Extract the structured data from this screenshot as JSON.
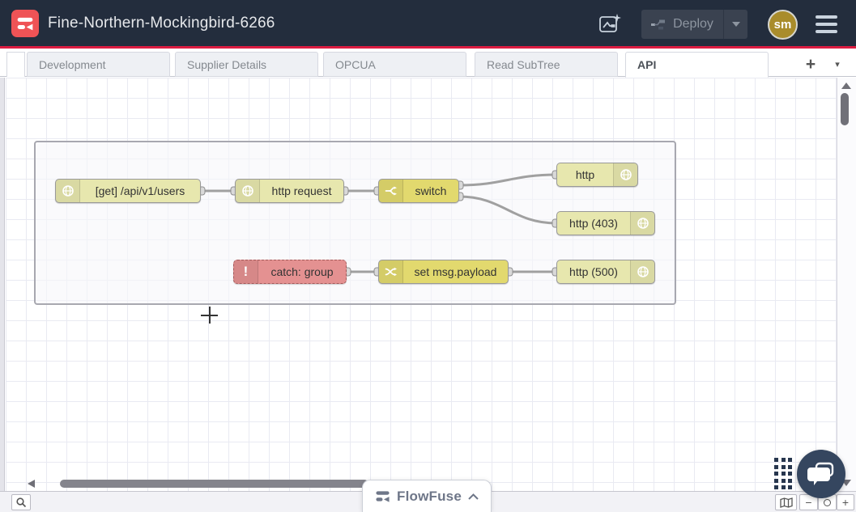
{
  "header": {
    "title": "Fine-Northern-Mockingbird-6266",
    "deploy": {
      "label": "Deploy",
      "enabled": false
    },
    "avatar": {
      "initials": "sm"
    },
    "colors": {
      "header_bg": "#232d3d",
      "accent_red": "#dd1b41",
      "logo_red": "#ef5356",
      "avatar_gold": "#a98c2b"
    }
  },
  "tabs": {
    "items": [
      {
        "label": "Development",
        "active": false
      },
      {
        "label": "Supplier Details",
        "active": false
      },
      {
        "label": "OPCUA",
        "active": false
      },
      {
        "label": "Read SubTree",
        "active": false
      },
      {
        "label": "API",
        "active": true
      }
    ],
    "add_label": "+",
    "menu_label": "▾"
  },
  "flow": {
    "nodes": [
      {
        "label": "[get] /api/v1/users",
        "icon": "globe-icon",
        "color": "#e7e7ae"
      },
      {
        "label": "http request",
        "icon": "globe-icon",
        "color": "#e7e7ae"
      },
      {
        "label": "switch",
        "icon": "switch-icon",
        "color": "#e2d96e"
      },
      {
        "label": "http",
        "icon": "globe-icon",
        "color": "#e7e7ae"
      },
      {
        "label": "http (403)",
        "icon": "globe-icon",
        "color": "#e7e7ae"
      },
      {
        "label": "catch: group",
        "icon": "exclamation-icon",
        "color": "#e49191",
        "exclamation": "!"
      },
      {
        "label": "set msg.payload",
        "icon": "shuffle-icon",
        "color": "#e2d96e"
      },
      {
        "label": "http (500)",
        "icon": "globe-icon",
        "color": "#e7e7ae"
      }
    ],
    "wire_color": "#a0a0a0",
    "port_color": "#d9d9d9"
  },
  "footer": {
    "zoom_out_label": "−",
    "zoom_in_label": "+"
  },
  "branding": {
    "label": "FlowFuse"
  }
}
